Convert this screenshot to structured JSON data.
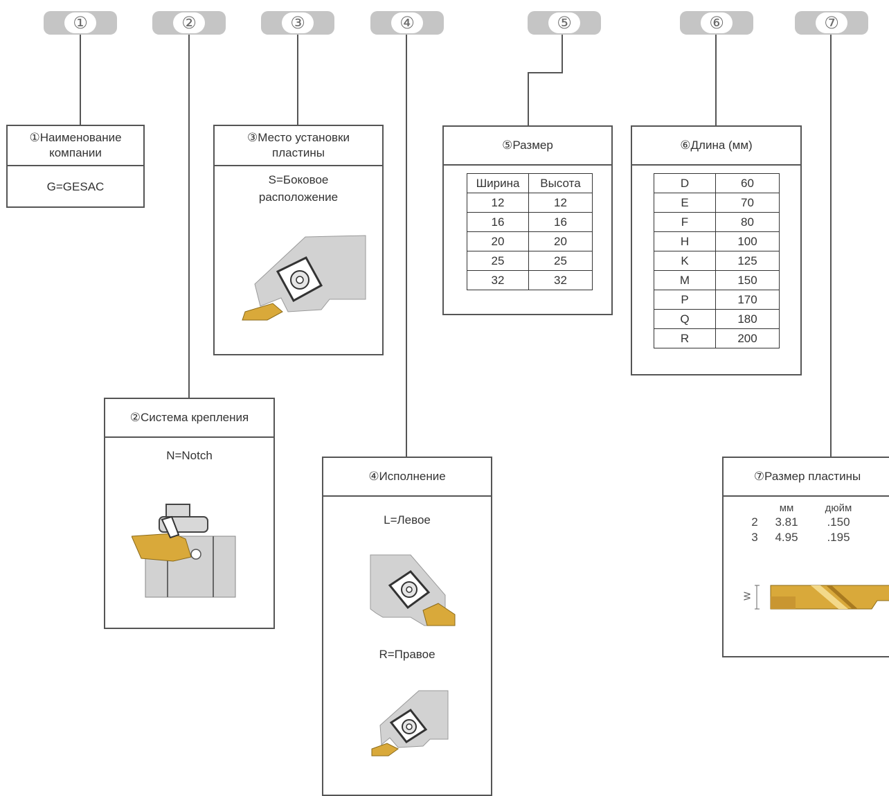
{
  "markers": [
    "①",
    "②",
    "③",
    "④",
    "⑤",
    "⑥",
    "⑦"
  ],
  "box1": {
    "title_line1": "①Наименование",
    "title_line2": "компании",
    "value": "G=GESAC"
  },
  "box2": {
    "title": "②Система крепления",
    "value": "N=Notch"
  },
  "box3": {
    "title_line1": "③Место установки",
    "title_line2": "пластины",
    "value_line1": "S=Боковое",
    "value_line2": "расположение"
  },
  "box4": {
    "title": "④Исполнение",
    "left_label": "L=Левое",
    "right_label": "R=Правое"
  },
  "box5": {
    "title": "⑤Размер",
    "headers": [
      "Ширина",
      "Высота"
    ],
    "rows": [
      [
        "12",
        "12"
      ],
      [
        "16",
        "16"
      ],
      [
        "20",
        "20"
      ],
      [
        "25",
        "25"
      ],
      [
        "32",
        "32"
      ]
    ]
  },
  "box6": {
    "title": "⑥Длина (мм)",
    "rows": [
      [
        "D",
        "60"
      ],
      [
        "E",
        "70"
      ],
      [
        "F",
        "80"
      ],
      [
        "H",
        "100"
      ],
      [
        "K",
        "125"
      ],
      [
        "M",
        "150"
      ],
      [
        "P",
        "170"
      ],
      [
        "Q",
        "180"
      ],
      [
        "R",
        "200"
      ]
    ]
  },
  "box7": {
    "title": "⑦Размер пластины",
    "headers": [
      "",
      "мм",
      "дюйм"
    ],
    "rows": [
      [
        "2",
        "3.81",
        ".150"
      ],
      [
        "3",
        "4.95",
        ".195"
      ]
    ],
    "dimension_label": "W"
  },
  "colors": {
    "line": "#555555",
    "pill": "#c5c5c5",
    "tool_body": "#d2d2d2",
    "insert_gold": "#d9a93a"
  }
}
